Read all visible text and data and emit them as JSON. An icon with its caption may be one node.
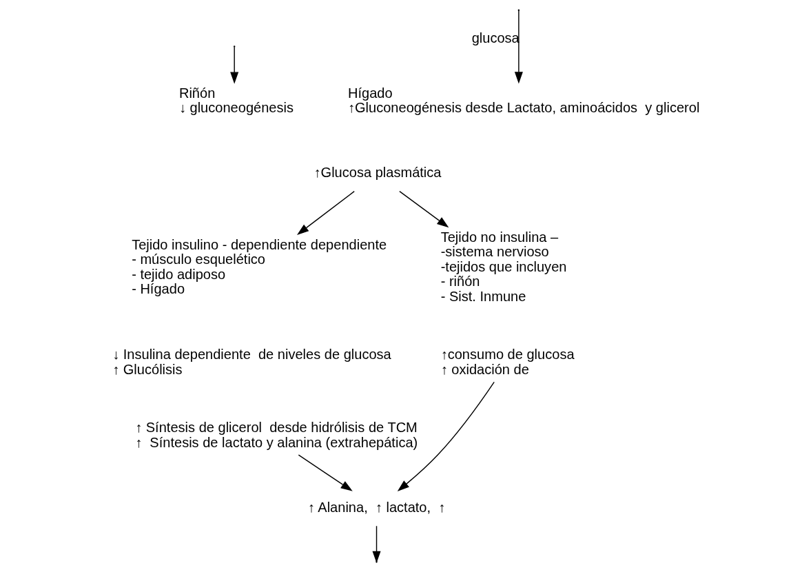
{
  "diagram": {
    "nodes": [
      {
        "text": [
          "Hígado",
          "↑Gluconeogénesis desde Lactato, aminoácidos  y glicerol"
        ]
      },
      {
        "text": [
          "Riñón",
          "↓ gluconeogénesis"
        ]
      },
      {
        "text": [
          "↑Glucosa plasmática"
        ]
      },
      {
        "text": [
          "Tejido insulino - dependiente dependiente",
          "- músculo esquelético",
          "- tejido adiposo",
          "- Hígado"
        ]
      },
      {
        "text": [
          "Tejido no insulina –",
          "-sistema nervioso",
          "-tejidos que incluyen",
          "- riñón",
          "- Sist. Inmune"
        ]
      },
      {
        "text": [
          "↓ Insulina dependiente  de niveles de glucosa",
          "↑ Glucólisis"
        ]
      },
      {
        "text": [
          "↑ Síntesis de glicerol  desde hidrólisis de TCM",
          "↑  Síntesis de lactato y alanina (extrahepática)"
        ]
      },
      {
        "text": [
          "↑consumo de glucosa",
          "↑ oxidación de"
        ]
      },
      {
        "text": [
          "↑ Alanina,",
          "↑ lactato,",
          "↑"
        ]
      }
    ],
    "edges": [
      {
        "from": null,
        "to": 1,
        "arrow": "to"
      },
      {
        "from": 2,
        "to": 3,
        "arrow": "to"
      },
      {
        "from": 2,
        "to": 4,
        "arrow": "to"
      },
      {
        "from": 7,
        "to": 8,
        "arrow": "to"
      },
      {
        "from": 6,
        "to": 8,
        "arrow": "to"
      },
      {
        "from": 8,
        "to": null,
        "arrow": "to"
      },
      {
        "from": null,
        "to": 0,
        "arrow": "to",
        "label": "glucosa"
      }
    ]
  }
}
